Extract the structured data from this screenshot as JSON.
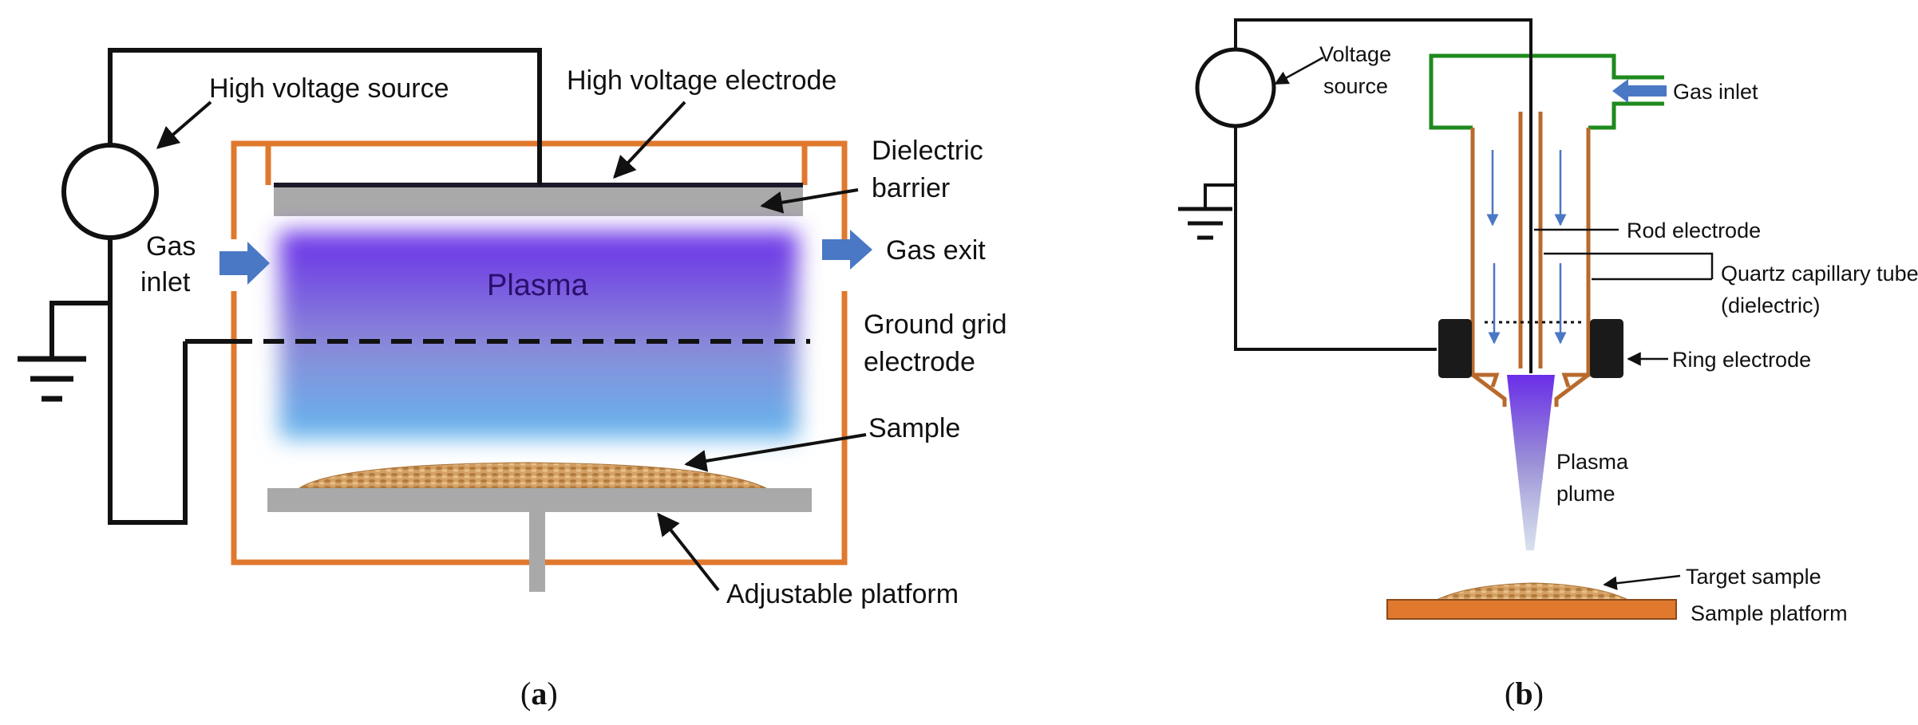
{
  "panel_a": {
    "caption_letter": "a",
    "labels": {
      "high_voltage_source": "High voltage source",
      "high_voltage_electrode": "High voltage electrode",
      "dielectric_barrier_line1": "Dielectric",
      "dielectric_barrier_line2": "barrier",
      "gas_inlet_line1": "Gas",
      "gas_inlet_line2": "inlet",
      "gas_exit": "Gas exit",
      "plasma": "Plasma",
      "ground_grid_line1": "Ground grid",
      "ground_grid_line2": "electrode",
      "sample": "Sample",
      "adjustable_platform": "Adjustable platform"
    }
  },
  "panel_b": {
    "caption_letter": "b",
    "labels": {
      "voltage_source_line1": "Voltage",
      "voltage_source_line2": "source",
      "gas_inlet": "Gas inlet",
      "rod_electrode": "Rod electrode",
      "quartz_line1": "Quartz capillary tubes",
      "quartz_line2": "(dielectric)",
      "ring_electrode": "Ring electrode",
      "plasma_plume_line1": "Plasma",
      "plasma_plume_line2": "plume",
      "target_sample": "Target sample",
      "sample_platform": "Sample platform"
    }
  },
  "colors": {
    "chamber_orange": "#e0782e",
    "gas_arrow_blue": "#4a78c4",
    "plasma_top": "#6a2ee8",
    "plasma_bottom": "#64b6ee",
    "dielectric_gray": "#a9a9a9",
    "inlet_green": "#1e8a1e",
    "tube_brown": "#b86a2c",
    "ring_black": "#1a1a1a"
  }
}
